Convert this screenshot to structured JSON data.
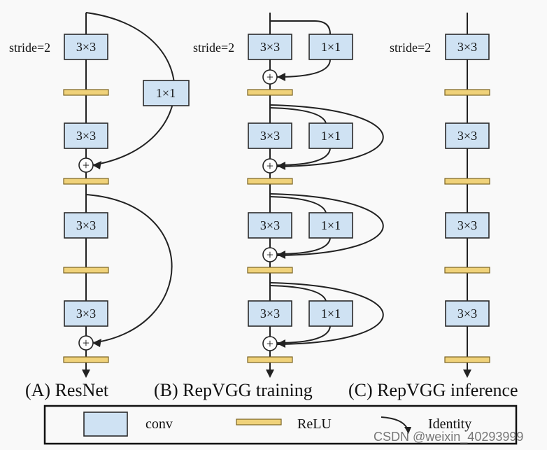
{
  "labels": {
    "conv": "3×3",
    "conv_1x1": "1×1",
    "stride": "stride=2",
    "plus": "+"
  },
  "captions": {
    "a": "(A) ResNet",
    "b": "(B) RepVGG training",
    "c": "(C) RepVGG inference"
  },
  "legend": {
    "conv": "conv",
    "relu": "ReLU",
    "identity": "Identity"
  },
  "watermark": "CSDN @weixin_40293999",
  "colors": {
    "conv_fill": "#cfe2f3",
    "relu_fill": "#f0d27a"
  }
}
